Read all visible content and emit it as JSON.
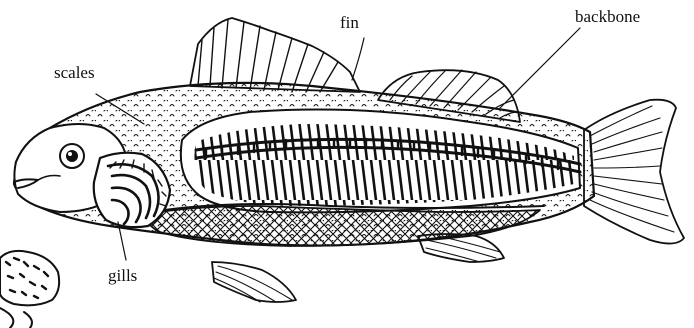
{
  "labels": {
    "fin": "fin",
    "backbone": "backbone",
    "scales": "scales",
    "gills": "gills"
  }
}
